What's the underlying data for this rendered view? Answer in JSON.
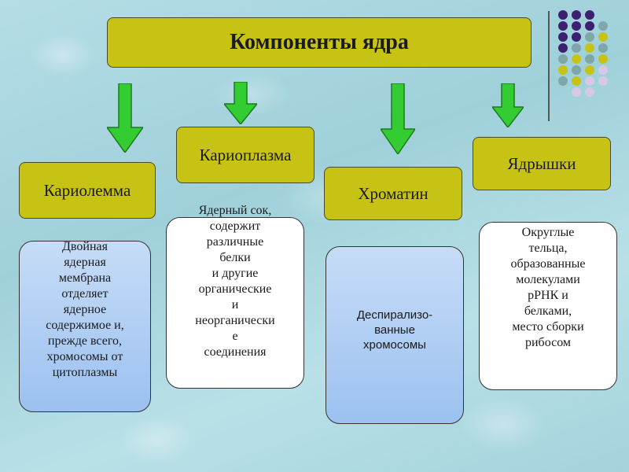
{
  "title": "Компоненты ядра",
  "components": [
    {
      "label": "Кариолемма",
      "description": "Двойная\nядерная\nмембрана\nотделяет\nядерное\nсодержимое и,\nпрежде всего,\nхромосомы от\nцитоплазмы"
    },
    {
      "label": "Кариоплазма",
      "description": "Ядерный сок,\nсодержит\nразличные\nбелки\nи другие\nорганические\nи\nнеорганически\nе\nсоединения"
    },
    {
      "label": "Хроматин",
      "description": "Деспирализо-\nванные\nхромосомы"
    },
    {
      "label": "Ядрышки",
      "description": "Округлые\nтельца,\nобразованные\nмолекулами\nрРНК и\nбелками,\nместо сборки\nрибосом"
    }
  ],
  "colors": {
    "box_fill": "#c6c314",
    "arrow_fill": "#33cc33",
    "desc_blue": "#9cc1f0",
    "desc_white": "#ffffff",
    "dot_purple": "#3d2070",
    "dot_teal": "#7fa6a8",
    "dot_yellow": "#c6c314",
    "dot_lilac": "#d6c8e6"
  }
}
